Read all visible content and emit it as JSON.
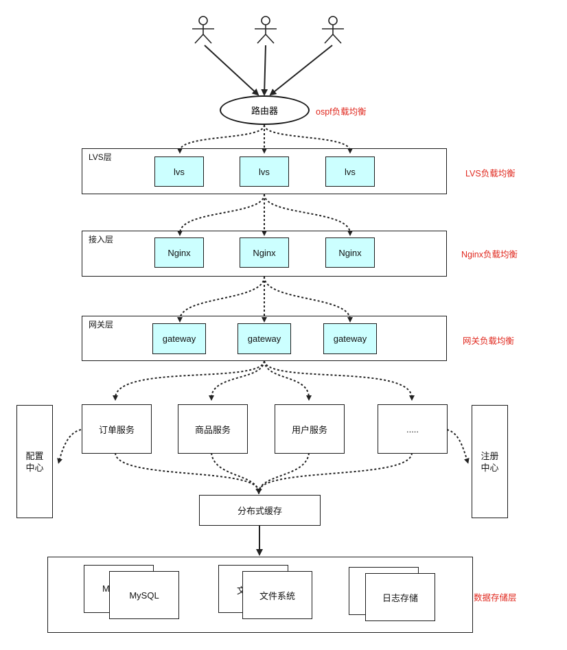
{
  "router": {
    "label": "路由器"
  },
  "notes": {
    "ospf": "ospf负载均衡",
    "lvs": "LVS负载均衡",
    "nginx": "Nginx负载均衡",
    "gateway": "网关负载均衡",
    "storage": "数据存储层"
  },
  "layers": {
    "lvs": {
      "title": "LVS层",
      "nodes": [
        "lvs",
        "lvs",
        "lvs"
      ]
    },
    "access": {
      "title": "接入层",
      "nodes": [
        "Nginx",
        "Nginx",
        "Nginx"
      ]
    },
    "gateway": {
      "title": "网关层",
      "nodes": [
        "gateway",
        "gateway",
        "gateway"
      ]
    }
  },
  "services": [
    "订单服务",
    "商品服务",
    "用户服务",
    "....."
  ],
  "config_center": {
    "line1": "配置",
    "line2": "中心"
  },
  "registry_center": {
    "line1": "注册",
    "line2": "中心"
  },
  "cache": {
    "label": "分布式缓存"
  },
  "storage": {
    "mysql": {
      "back": "M",
      "front": "MySQL"
    },
    "fs": {
      "back": "文",
      "front": "文件系统"
    },
    "log": {
      "back": "",
      "front": "日志存储"
    }
  },
  "colors": {
    "node_fill": "#ccffff",
    "note": "#e0281e",
    "stroke": "#1a1a1a"
  }
}
